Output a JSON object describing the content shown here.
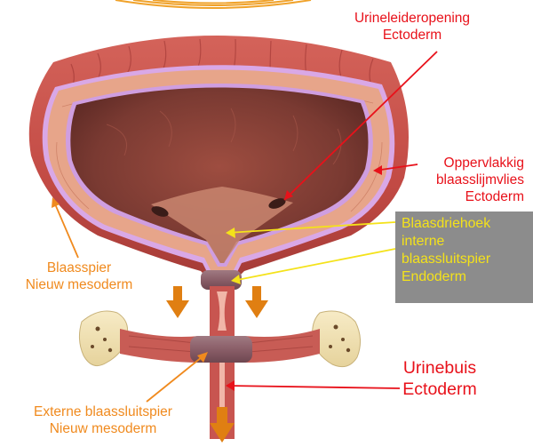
{
  "labels": {
    "ureter_opening": [
      "Urineleideropening",
      "Ectoderm"
    ],
    "surface_mucosa": [
      "Oppervlakkig",
      "blaasslijmvlies",
      "Ectoderm"
    ],
    "trigone": [
      "Blaasdriehoek",
      "interne",
      "blaassluitspier",
      "Endoderm"
    ],
    "detrusor": [
      "Blaasspier",
      "Nieuw mesoderm"
    ],
    "urethra": [
      "Urinebuis",
      "Ectoderm"
    ],
    "external_sphincter": [
      "Externe blaassluitspier",
      "Nieuw mesoderm"
    ]
  },
  "colors": {
    "ectoderm": "#e8111a",
    "mesoderm": "#f08a1e",
    "endoderm": "#f4e21a",
    "endoderm_box": "#8c8c8c",
    "muscle": "#c8504a",
    "muscle_dark": "#8e2f2c",
    "lumen": "#7a3a32",
    "wall_layer": "#e7a58a",
    "mucosa_outline": "#d9a8e6",
    "bone": "#f3e4b8",
    "flow_arrow": "#e07f12"
  },
  "icons": {
    "flow": "down-arrow-icon"
  }
}
